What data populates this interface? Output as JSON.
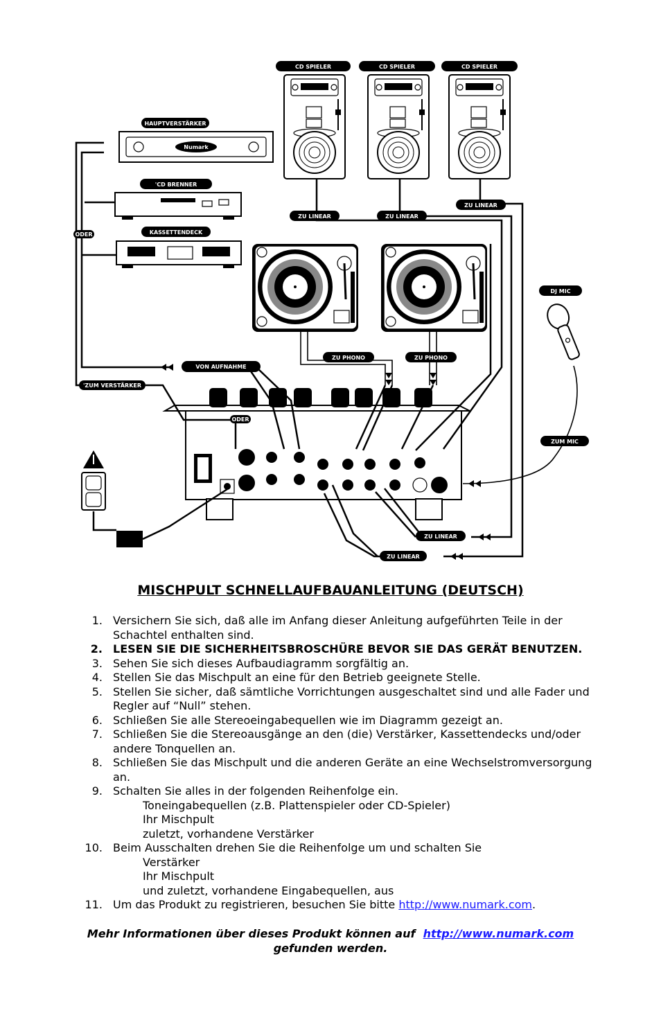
{
  "diagram": {
    "labels": {
      "cd1": "CD SPIELER",
      "cd2": "CD SPIELER",
      "cd3": "CD SPIELER",
      "amp": "HAUPTVERSTÄRKER",
      "burner": "'CD BRENNER",
      "tape": "KASSETTENDECK",
      "oder_left": "ODER",
      "zu_linear_1": "ZU LINEAR",
      "zu_linear_2": "ZU LINEAR",
      "zu_linear_3": "ZU LINEAR",
      "dj_mic": "DJ MIC",
      "von_aufnahme": "VON AUFNAHME",
      "zu_phono_1": "ZU PHONO",
      "zu_phono_2": "ZU PHONO",
      "zum_verstaerker": "'ZUM VERSTÄRKER",
      "oder_mixer": "ODER",
      "zum_mic": "ZUM MIC",
      "zu_linear_4": "ZU LINEAR",
      "zu_linear_5": "ZU LINEAR"
    },
    "brand": "Numark",
    "colors": {
      "ink": "#000000",
      "label_fill": "#000000",
      "label_text": "#ffffff",
      "link": "#1a1aff"
    }
  },
  "document": {
    "title": "MISCHPULT SCHNELLAUFBAUANLEITUNG (DEUTSCH)",
    "steps": [
      {
        "num": "1.",
        "text": "Versichern Sie sich, daß alle im Anfang dieser Anleitung aufgeführten Teile in der Schachtel enthalten sind."
      },
      {
        "num": "2.",
        "text": "LESEN SIE DIE SICHERHEITSBROSCHÜRE BEVOR SIE DAS GERÄT BENUTZEN."
      },
      {
        "num": "3.",
        "text": "Sehen Sie sich dieses Aufbaudiagramm sorgfältig an."
      },
      {
        "num": "4.",
        "text": "Stellen Sie das Mischpult an eine für den Betrieb geeignete Stelle."
      },
      {
        "num": "5.",
        "text": "Stellen Sie sicher, daß sämtliche Vorrichtungen ausgeschaltet sind und alle Fader und Regler auf “Null” stehen."
      },
      {
        "num": "6.",
        "text": "Schließen Sie alle Stereoeingabequellen wie im Diagramm gezeigt an."
      },
      {
        "num": "7.",
        "text": "Schließen Sie die Stereoausgänge an den (die) Verstärker, Kassettendecks und/oder andere Tonquellen an."
      },
      {
        "num": "8.",
        "text": "Schließen Sie das Mischpult und die anderen Geräte an eine Wechselstromversorgung an."
      },
      {
        "num": "9.",
        "text": "Schalten Sie alles in der folgenden Reihenfolge ein.",
        "sub": [
          "Toneingabequellen (z.B. Plattenspieler oder CD-Spieler)",
          "Ihr Mischpult",
          "zuletzt, vorhandene Verstärker"
        ]
      },
      {
        "num": "10.",
        "text": "Beim Ausschalten drehen Sie die Reihenfolge um und schalten Sie",
        "sub": [
          "Verstärker",
          "Ihr Mischpult",
          "und zuletzt, vorhandene Eingabequellen, aus"
        ]
      },
      {
        "num": "11.",
        "text": "Um das Produkt zu registrieren, besuchen Sie bitte",
        "link": "http://www.numark.com",
        "after": "."
      }
    ],
    "footer": {
      "line1": "Mehr Informationen über dieses Produkt können auf",
      "link": "http://www.numark.com",
      "line2": "gefunden werden."
    }
  }
}
